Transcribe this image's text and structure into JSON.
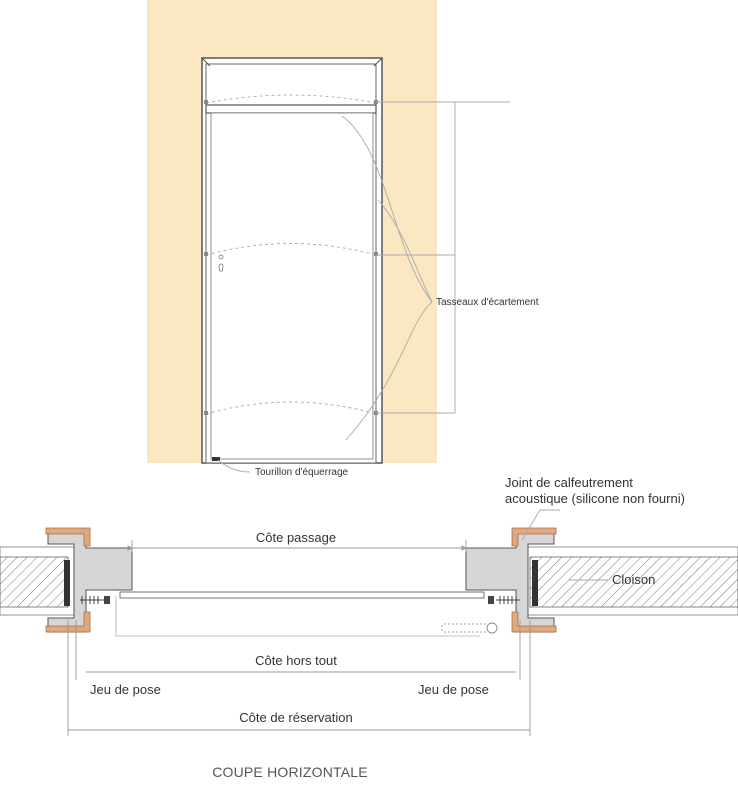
{
  "labels": {
    "tasseaux": "Tasseaux d'écartement",
    "tourillon": "Tourillon d'équerrage",
    "joint_line1": "Joint de calfeutrement",
    "joint_line2": "acoustique (silicone non fourni)",
    "cloison": "Cloison",
    "cote_passage": "Côte passage",
    "cote_hors_tout": "Côte hors tout",
    "jeu_de_pose_left": "Jeu de pose",
    "jeu_de_pose_right": "Jeu de pose",
    "cote_reservation": "Côte de réservation",
    "section_title": "COUPE HORIZONTALE"
  },
  "colors": {
    "wall": "#fbe8c2",
    "frame": "#555555",
    "wood": "#d8d6d4",
    "seal": "#e0a87c",
    "dim_line": "#9a9a9a",
    "text": "#333333"
  }
}
